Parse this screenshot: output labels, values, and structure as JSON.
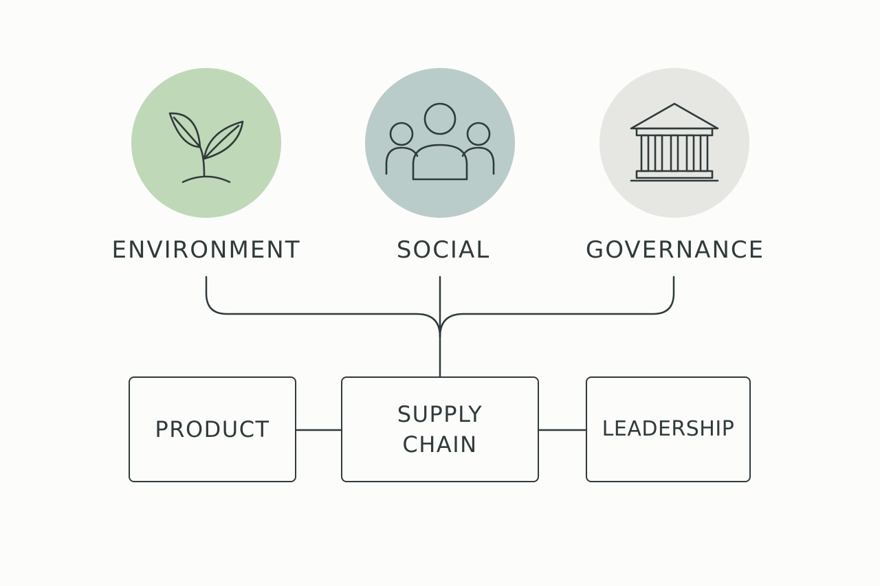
{
  "pillars": {
    "environment": {
      "label": "ENVIRONMENT",
      "icon": "sprout-icon",
      "color": "#bfd8b8"
    },
    "social": {
      "label": "SOCIAL",
      "icon": "people-group-icon",
      "color": "#b9ccc9"
    },
    "governance": {
      "label": "GOVERNANCE",
      "icon": "institution-building-icon",
      "color": "#e6e6e3"
    }
  },
  "boxes": {
    "product": {
      "label": "PRODUCT"
    },
    "supply_chain": {
      "line1": "SUPPLY",
      "line2": "CHAIN"
    },
    "leadership": {
      "label": "LEADERSHIP"
    }
  },
  "colors": {
    "stroke": "#2f3a3a",
    "background": "#fcfcfb"
  }
}
